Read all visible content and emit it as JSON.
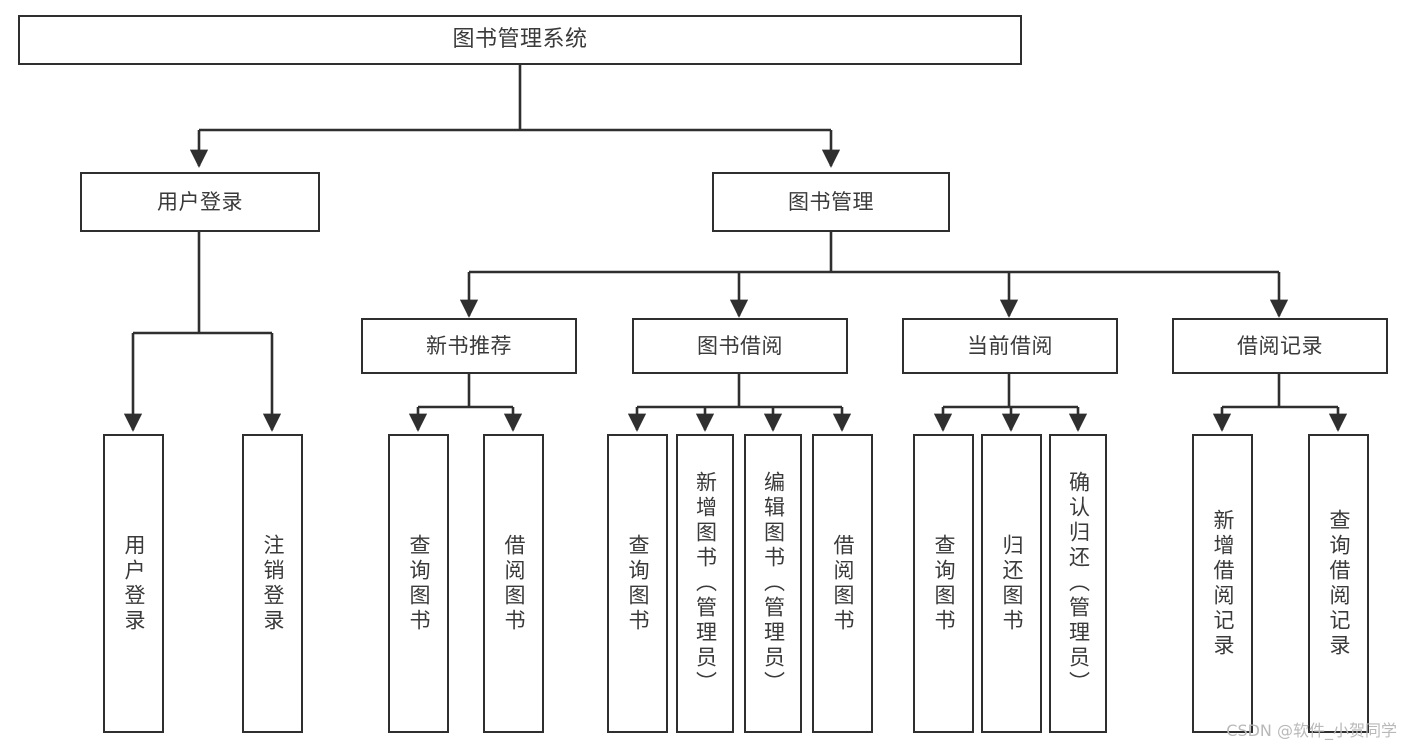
{
  "diagram": {
    "title": "图书管理系统",
    "type": "hierarchy-tree",
    "watermark": "CSDN @软件_小贺同学",
    "colors": {
      "stroke": "#2f2f2f",
      "fill": "#ffffff",
      "text": "#3a3a3a",
      "watermark": "#b9b9b9"
    },
    "levels": {
      "root": {
        "label": "图书管理系统"
      },
      "level2": [
        {
          "label": "用户登录"
        },
        {
          "label": "图书管理"
        }
      ],
      "level3": [
        {
          "label": "新书推荐"
        },
        {
          "label": "图书借阅"
        },
        {
          "label": "当前借阅"
        },
        {
          "label": "借阅记录"
        }
      ],
      "leaves": {
        "user_login": [
          {
            "label": "用户登录"
          },
          {
            "label": "注销登录"
          }
        ],
        "new_book_recommend": [
          {
            "label": "查询图书"
          },
          {
            "label": "借阅图书"
          }
        ],
        "book_borrow": [
          {
            "label": "查询图书"
          },
          {
            "label": "新增图书（管理员）"
          },
          {
            "label": "编辑图书（管理员）"
          },
          {
            "label": "借阅图书"
          }
        ],
        "current_borrow": [
          {
            "label": "查询图书"
          },
          {
            "label": "归还图书"
          },
          {
            "label": "确认归还（管理员）"
          }
        ],
        "borrow_records": [
          {
            "label": "新增借阅记录"
          },
          {
            "label": "查询借阅记录"
          }
        ]
      }
    }
  }
}
